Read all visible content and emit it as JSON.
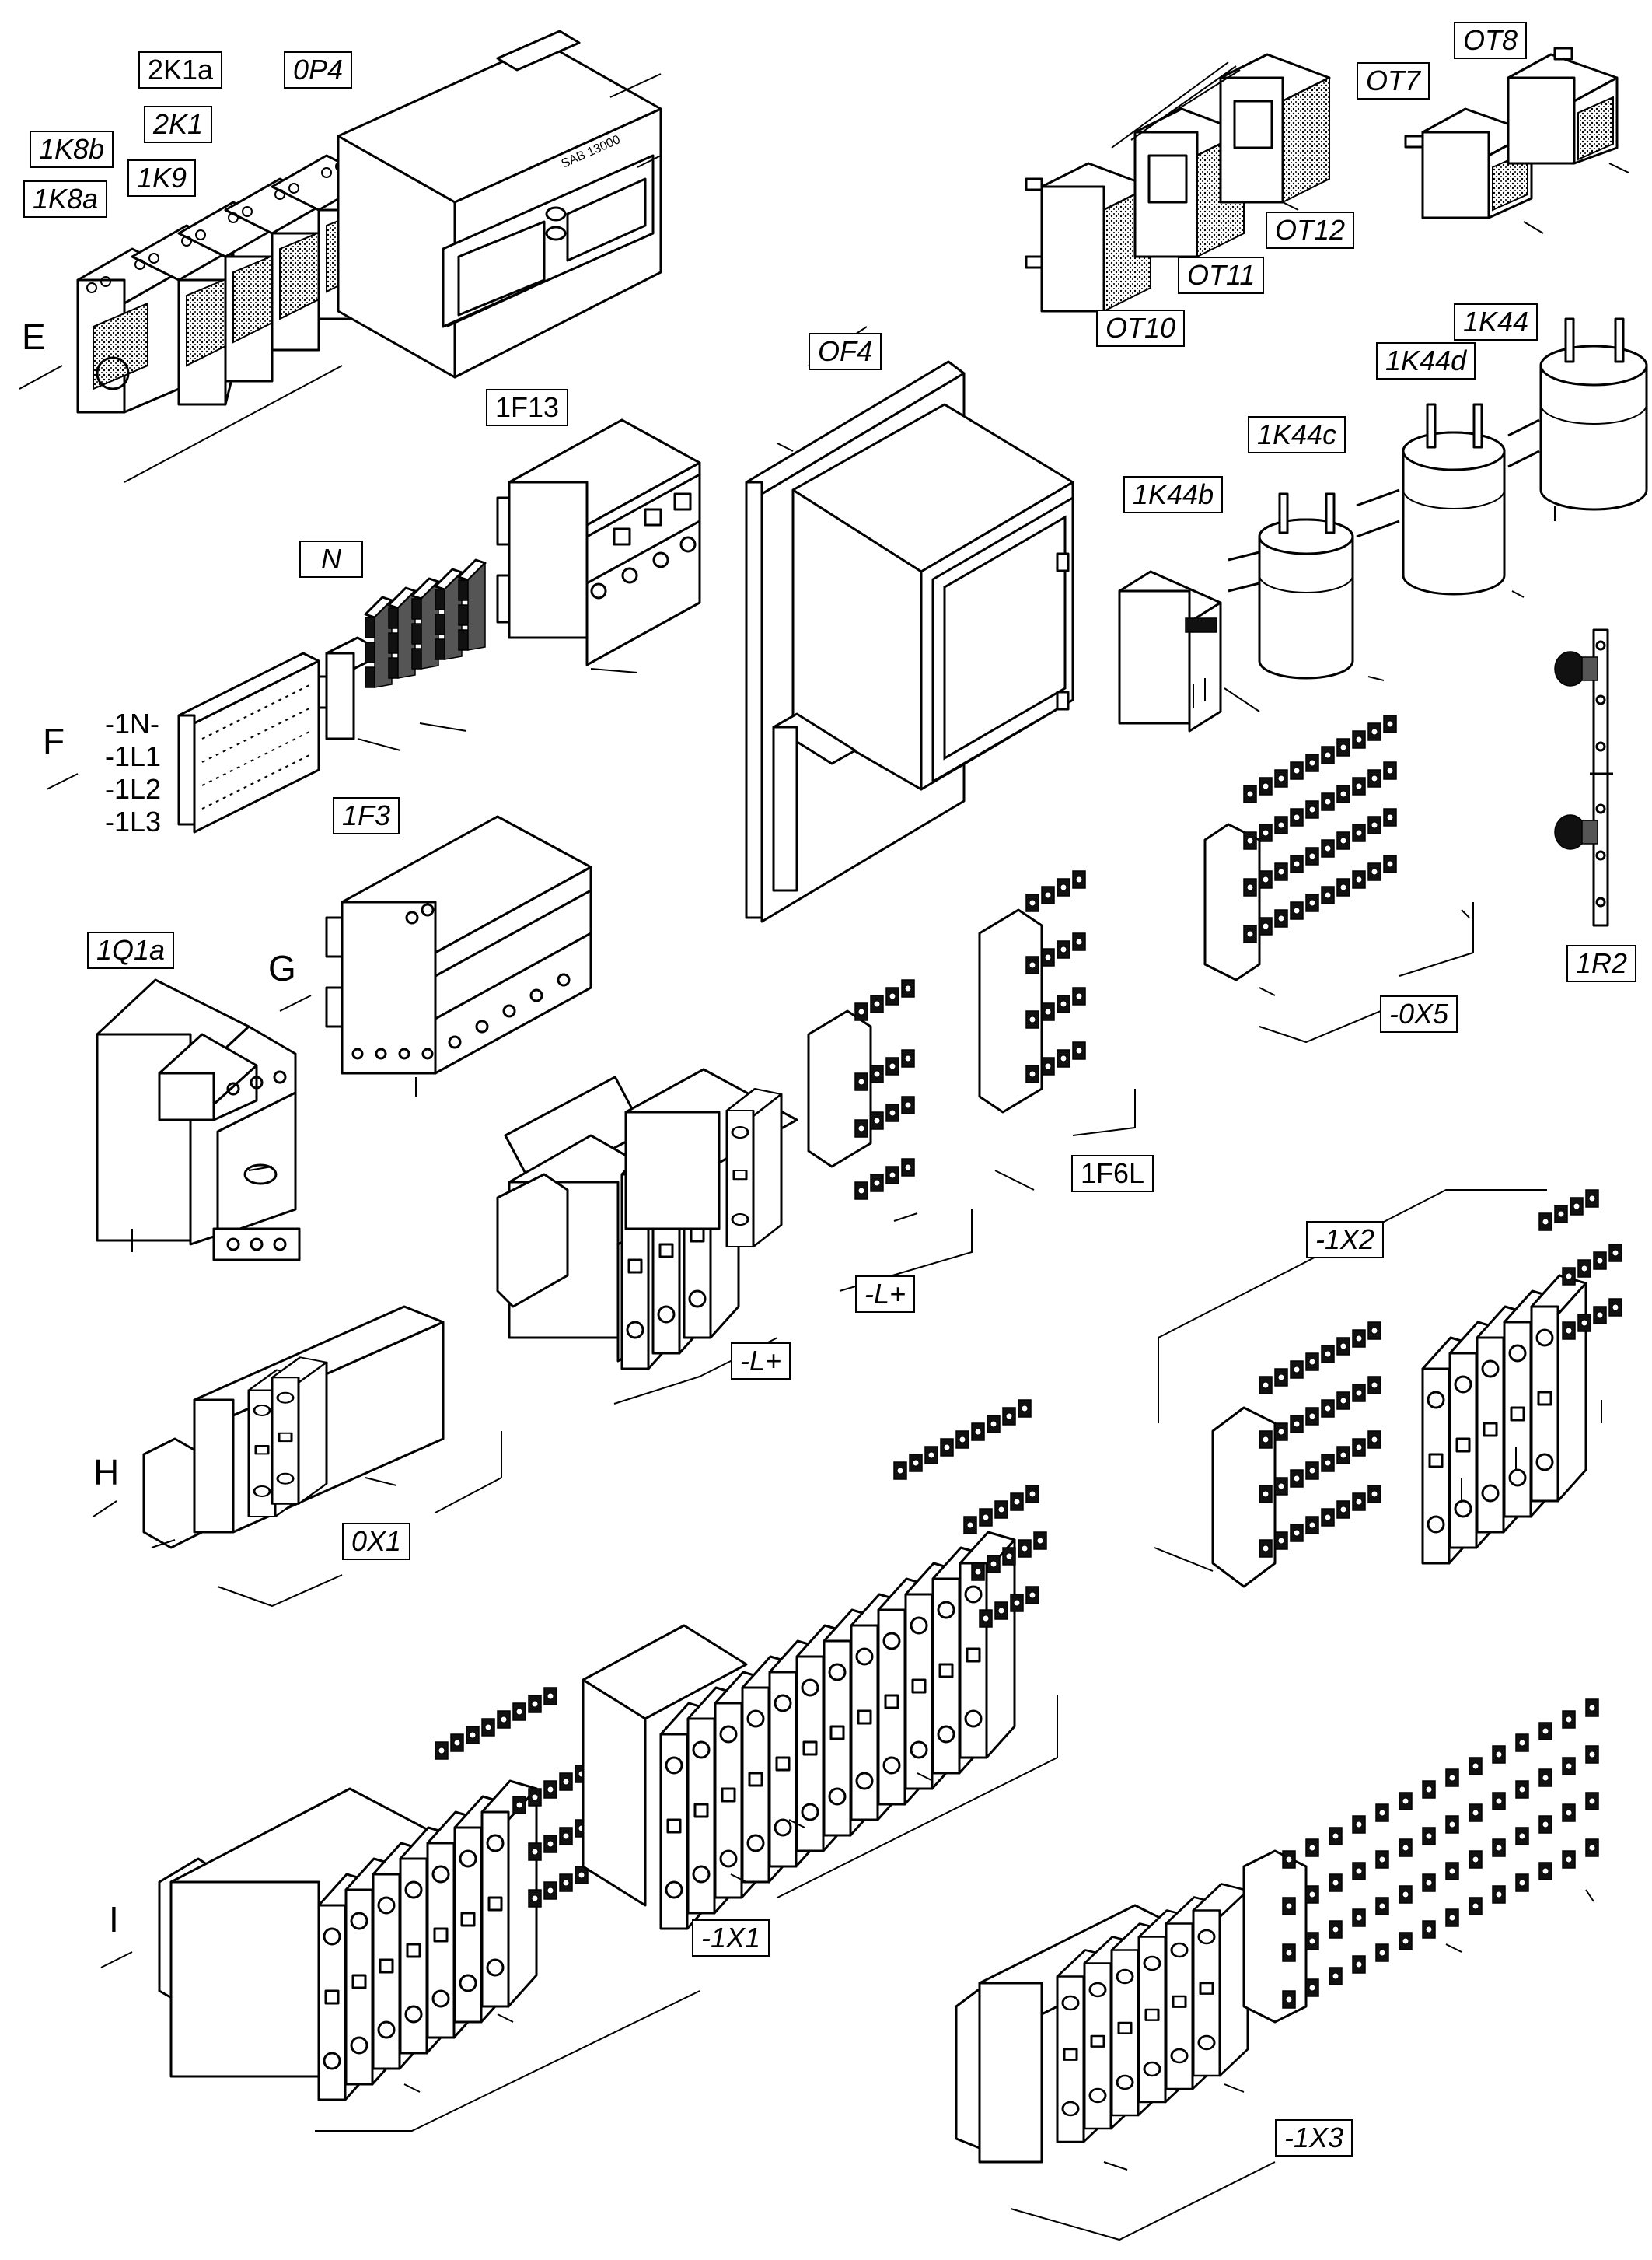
{
  "labels": {
    "k2k1a": "2K1a",
    "op4": "0P4",
    "k1k8b": "1K8b",
    "k2k1": "2K1",
    "k1k9": "1K9",
    "k1k8a": "1K8a",
    "e": "E",
    "ot8": "OT8",
    "ot7": "OT7",
    "ot12": "OT12",
    "ot11": "OT11",
    "ot10": "OT10",
    "k1k44": "1K44",
    "k1k44d": "1K44d",
    "k1k44c": "1K44c",
    "k1k44b": "1K44b",
    "of4": "OF4",
    "f1f13": "1F13",
    "n": "N",
    "f": "F",
    "n1n": "-1N-",
    "l1": "-1L1",
    "l2": "-1L2",
    "l3": "-1L3",
    "f1f3": "1F3",
    "g": "G",
    "q1q1a": "1Q1a",
    "r1r2": "1R2",
    "ox5": "-0X5",
    "f1f6l": "1F6L",
    "lplus1": "-L+",
    "lplus2": "-L+",
    "h": "H",
    "ox1": "0X1",
    "x1x2": "-1X2",
    "i": "I",
    "x1x1": "-1X1",
    "x1x3": "-1X3",
    "meter_text": "SAB 13000"
  },
  "icons": [
    "terminal-block-icon",
    "relay-icon",
    "transformer-icon",
    "capacitor-icon",
    "circuit-breaker-icon",
    "enclosure-icon",
    "energy-meter-icon"
  ]
}
